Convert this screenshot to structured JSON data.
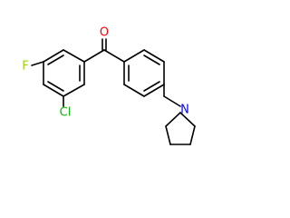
{
  "molecule": {
    "labels": {
      "oxygen": "O",
      "fluorine": "F",
      "chlorine": "Cl",
      "nitrogen": "N"
    },
    "colors": {
      "oxygen": "#ff0000",
      "fluorine": "#a0d000",
      "chlorine": "#00c000",
      "nitrogen": "#0000ff",
      "bond": "#000000"
    }
  }
}
